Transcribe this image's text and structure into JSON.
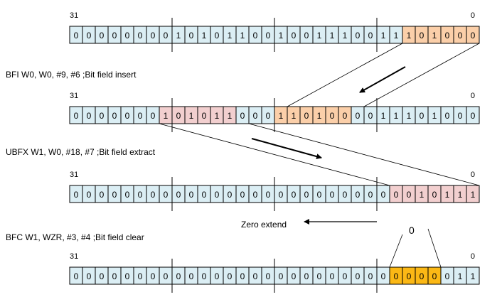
{
  "colors": {
    "default": "#dbeef4",
    "peach": "#fbcfa9",
    "pink": "#f2cfcf",
    "orange": "#fbb815",
    "stroke": "#000000"
  },
  "registers": [
    {
      "msb_label": "31",
      "lsb_label": "0",
      "bits": [
        "0",
        "0",
        "0",
        "0",
        "0",
        "0",
        "0",
        "0",
        "1",
        "0",
        "1",
        "0",
        "1",
        "1",
        "0",
        "0",
        "1",
        "0",
        "0",
        "1",
        "1",
        "1",
        "0",
        "0",
        "1",
        "1",
        "1",
        "0",
        "1",
        "0",
        "0",
        "0"
      ],
      "colors": [
        "default",
        "default",
        "default",
        "default",
        "default",
        "default",
        "default",
        "default",
        "default",
        "default",
        "default",
        "default",
        "default",
        "default",
        "default",
        "default",
        "default",
        "default",
        "default",
        "default",
        "default",
        "default",
        "default",
        "default",
        "default",
        "default",
        "peach",
        "peach",
        "peach",
        "peach",
        "peach",
        "peach"
      ]
    },
    {
      "msb_label": "31",
      "lsb_label": "0",
      "bits": [
        "0",
        "0",
        "0",
        "0",
        "0",
        "0",
        "0",
        "1",
        "0",
        "1",
        "0",
        "1",
        "1",
        "0",
        "0",
        "0",
        "1",
        "1",
        "0",
        "1",
        "0",
        "0",
        "0",
        "0",
        "1",
        "1",
        "1",
        "0",
        "1",
        "0",
        "0",
        "0"
      ],
      "colors": [
        "default",
        "default",
        "default",
        "default",
        "default",
        "default",
        "default",
        "pink",
        "pink",
        "pink",
        "pink",
        "pink",
        "pink",
        "default",
        "default",
        "default",
        "peach",
        "peach",
        "peach",
        "peach",
        "peach",
        "peach",
        "default",
        "default",
        "default",
        "default",
        "default",
        "default",
        "default",
        "default",
        "default",
        "default"
      ]
    },
    {
      "msb_label": "31",
      "lsb_label": "0",
      "bits": [
        "0",
        "0",
        "0",
        "0",
        "0",
        "0",
        "0",
        "0",
        "0",
        "0",
        "0",
        "0",
        "0",
        "0",
        "0",
        "0",
        "0",
        "0",
        "0",
        "0",
        "0",
        "0",
        "0",
        "0",
        "0",
        "0",
        "0",
        "1",
        "0",
        "1",
        "1",
        "1"
      ],
      "colors": [
        "default",
        "default",
        "default",
        "default",
        "default",
        "default",
        "default",
        "default",
        "default",
        "default",
        "default",
        "default",
        "default",
        "default",
        "default",
        "default",
        "default",
        "default",
        "default",
        "default",
        "default",
        "default",
        "default",
        "default",
        "default",
        "pink",
        "pink",
        "pink",
        "pink",
        "pink",
        "pink",
        "pink"
      ]
    },
    {
      "msb_label": "31",
      "lsb_label": "0",
      "bits": [
        "0",
        "0",
        "0",
        "0",
        "0",
        "0",
        "0",
        "0",
        "0",
        "0",
        "0",
        "0",
        "0",
        "0",
        "0",
        "0",
        "0",
        "0",
        "0",
        "0",
        "0",
        "0",
        "0",
        "0",
        "0",
        "0",
        "0",
        "0",
        "0",
        "0",
        "1",
        "1"
      ],
      "colors": [
        "default",
        "default",
        "default",
        "default",
        "default",
        "default",
        "default",
        "default",
        "default",
        "default",
        "default",
        "default",
        "default",
        "default",
        "default",
        "default",
        "default",
        "default",
        "default",
        "default",
        "default",
        "default",
        "default",
        "default",
        "default",
        "orange",
        "orange",
        "orange",
        "orange",
        "default",
        "default",
        "default"
      ]
    }
  ],
  "labels": {
    "bfi": "BFI W0, W0, #9, #6   ;Bit field insert",
    "ubfx": "UBFX W1, W0, #18, #7    ;Bit field extract",
    "bfc": "BFC W1, WZR, #3, #4    ;Bit field clear",
    "zero_extend": "Zero extend",
    "zero_value": "0"
  }
}
